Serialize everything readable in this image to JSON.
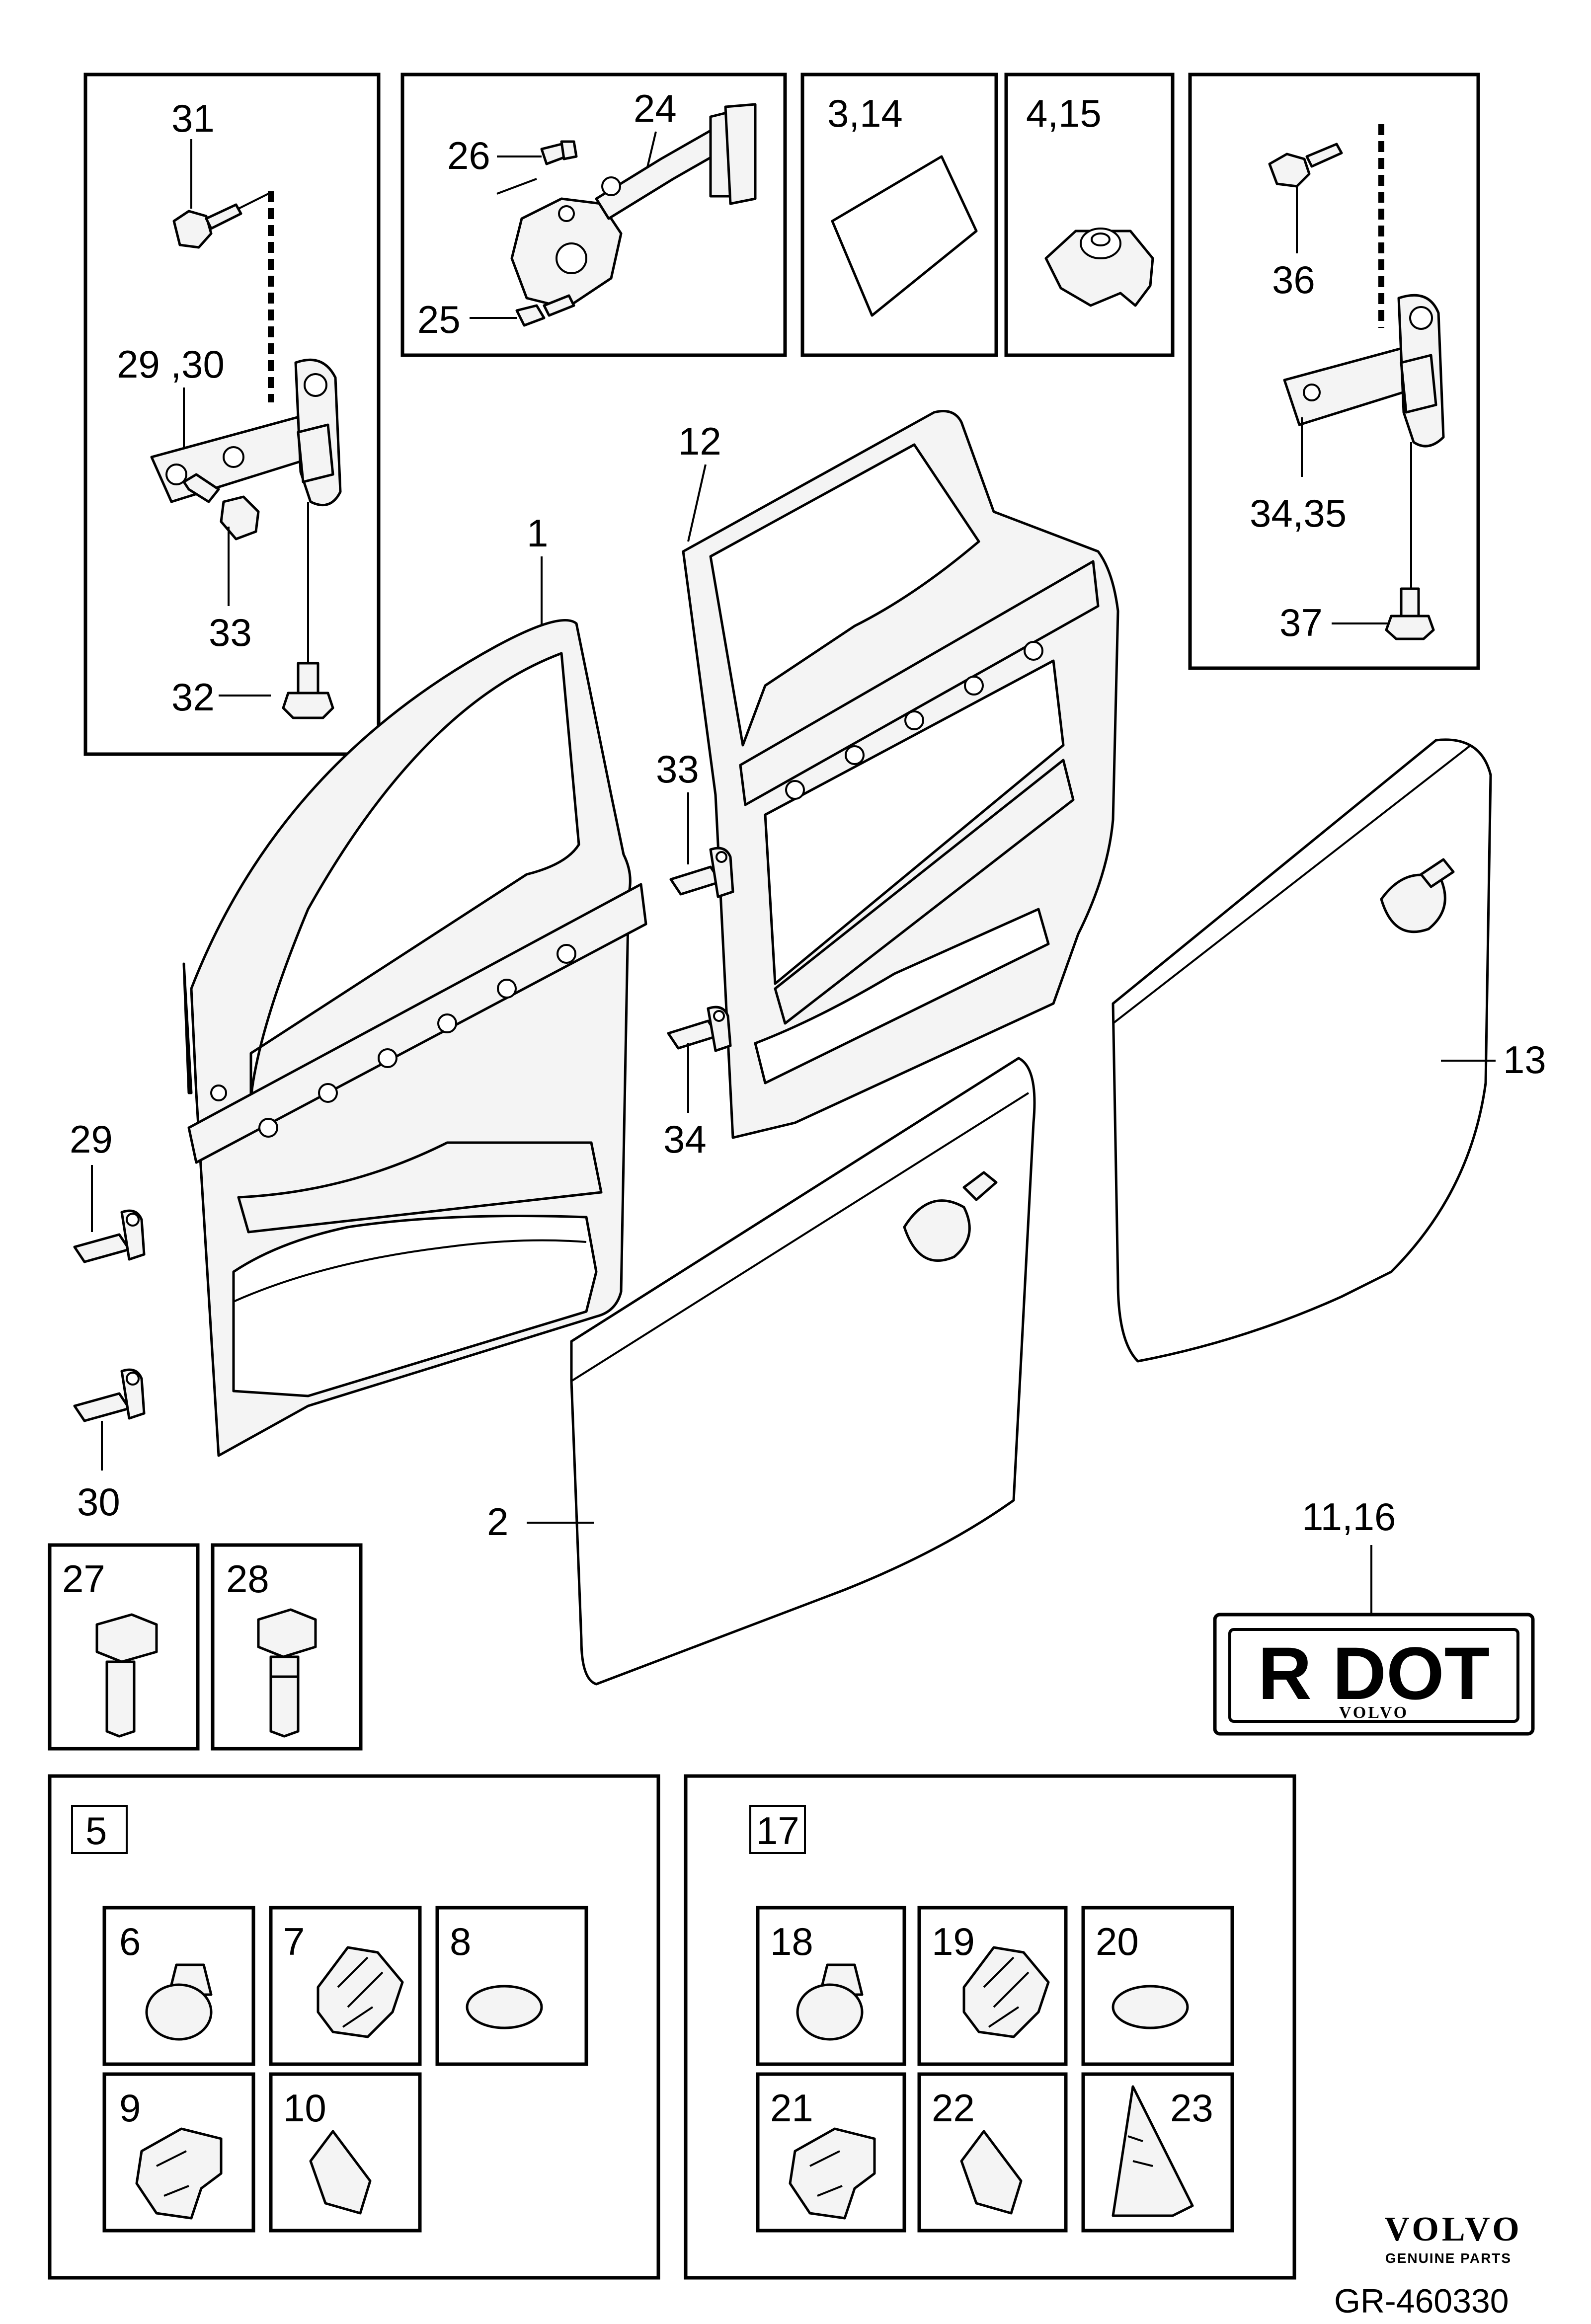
{
  "callouts": {
    "c1": "1",
    "c2": "2",
    "c3_14": "3,14",
    "c4_15": "4,15",
    "c5": "5",
    "c6": "6",
    "c7": "7",
    "c8": "8",
    "c9": "9",
    "c10": "10",
    "c11_16": "11,16",
    "c12": "12",
    "c13": "13",
    "c17": "17",
    "c18": "18",
    "c19": "19",
    "c20": "20",
    "c21": "21",
    "c22": "22",
    "c23": "23",
    "c24": "24",
    "c25": "25",
    "c26": "26",
    "c27": "27",
    "c28": "28",
    "c29_30": "29 ,30",
    "c29": "29",
    "c30": "30",
    "c31": "31",
    "c32": "32",
    "c33_box": "33",
    "c33": "33",
    "c34_35": "34,35",
    "c34": "34",
    "c36": "36",
    "c37": "37"
  },
  "badge": {
    "text": "R DOT",
    "brand": "VOLVO"
  },
  "logo": {
    "brand": "VOLVO",
    "tagline": "GENUINE PARTS"
  },
  "reference": "GR-460330",
  "colors": {
    "line": "#000000",
    "fill": "#f4f4f4",
    "background": "#ffffff"
  }
}
